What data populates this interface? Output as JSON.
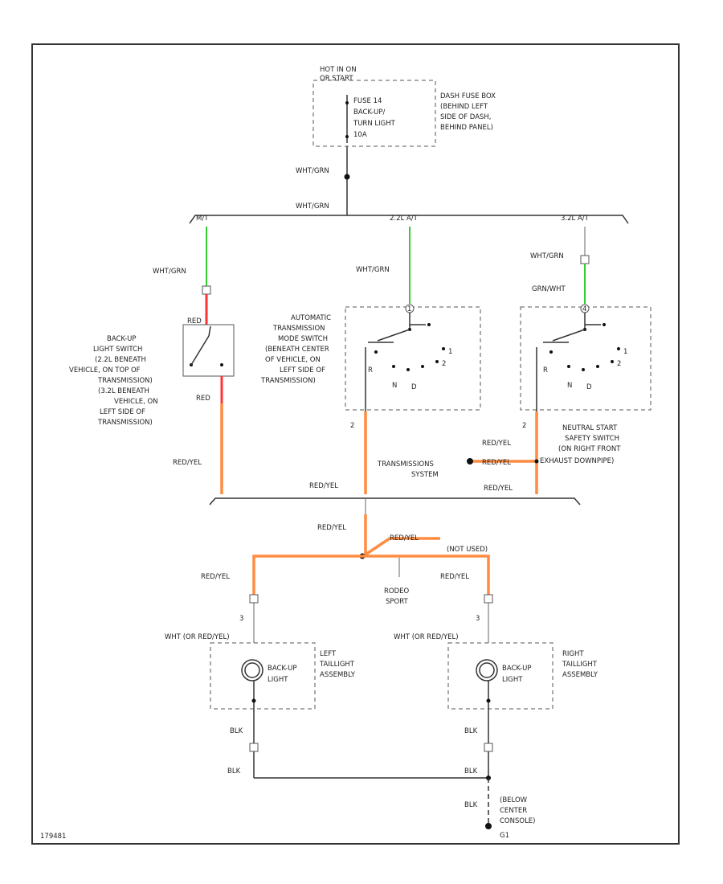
{
  "fuse_box": {
    "hot_label": [
      "HOT IN ON",
      "OR START"
    ],
    "fuse": [
      "FUSE 14",
      "BACK-UP/",
      "TURN LIGHT",
      "10A"
    ],
    "location": [
      "DASH FUSE BOX",
      "(BEHIND LEFT",
      "SIDE OF DASH,",
      "BEHIND PANEL)"
    ]
  },
  "wires": {
    "wht_grn": "WHT/GRN",
    "red": "RED",
    "red_yel": "RED/YEL",
    "grn_wht": "GRN/WHT",
    "blk": "BLK",
    "wht_or_red_yel": "WHT (OR RED/YEL)"
  },
  "branches": {
    "mt": "M/T",
    "auto_2wd": "2.2L A/T",
    "auto_v6": "3.2L A/T"
  },
  "components": {
    "backup_switch": [
      "BACK-UP",
      "LIGHT SWITCH",
      "(2.2L BENEATH",
      "VEHICLE, ON TOP OF",
      "TRANSMISSION)",
      "(3.2L BENEATH",
      "VEHICLE, ON",
      "LEFT SIDE OF",
      "TRANSMISSION)"
    ],
    "mode_switch": [
      "AUTOMATIC",
      "TRANSMISSION",
      "MODE SWITCH",
      "(BENEATH CENTER",
      "OF VEHICLE, ON",
      "LEFT SIDE OF",
      "TRANSMISSION)"
    ],
    "neutral_switch": [
      "NEUTRAL START",
      "SAFETY SWITCH",
      "(ON RIGHT FRONT",
      "EXHAUST DOWNPIPE)"
    ],
    "trans_system": [
      "TRANSMISSIONS",
      "SYSTEM"
    ],
    "not_used": "(NOT USED)",
    "rodeo_sport": [
      "RODEO",
      "SPORT"
    ],
    "left_lamp": [
      "BACK-UP",
      "LIGHT"
    ],
    "left_assembly": [
      "LEFT",
      "TAILLIGHT",
      "ASSEMBLY"
    ],
    "right_lamp": [
      "BACK-UP",
      "LIGHT"
    ],
    "right_assembly": [
      "RIGHT",
      "TAILLIGHT",
      "ASSEMBLY"
    ],
    "ground": [
      "(BELOW",
      "CENTER",
      "CONSOLE)",
      "G1"
    ]
  },
  "pins": {
    "p1": "1",
    "p2": "2",
    "p3": "3",
    "p4": "4",
    "r": "R",
    "n": "N",
    "d": "D",
    "one": "1",
    "two": "2",
    "three": "3"
  },
  "figure_id": "179481"
}
